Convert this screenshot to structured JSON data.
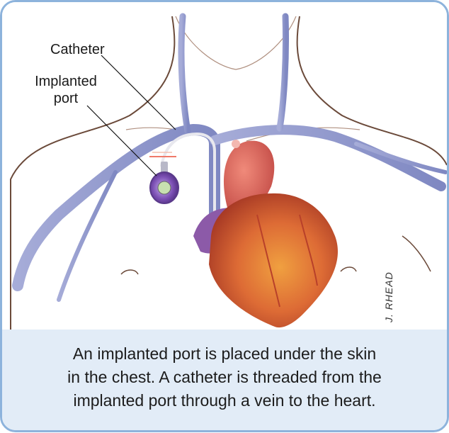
{
  "labels": {
    "catheter": "Catheter",
    "port_line1": "Implanted",
    "port_line2": "port"
  },
  "signature": "J. RHEAD",
  "caption": {
    "line1": "An implanted port is placed under the skin",
    "line2": "in the chest. A catheter is threaded from the",
    "line3": "implanted port through a vein to the heart."
  },
  "colors": {
    "border": "#8db3dc",
    "caption_bg": "#e2ecf7",
    "vein": "#8f97c9",
    "heart": "#d96a3a",
    "port": "#7b4fb3",
    "skin_outline": "#6b4a3a"
  }
}
